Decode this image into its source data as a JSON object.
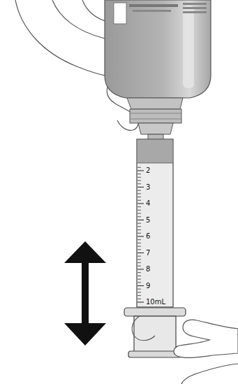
{
  "diagram": {
    "labels": [
      "2",
      "3",
      "4",
      "5",
      "6",
      "7",
      "8",
      "9",
      "10mL"
    ]
  }
}
